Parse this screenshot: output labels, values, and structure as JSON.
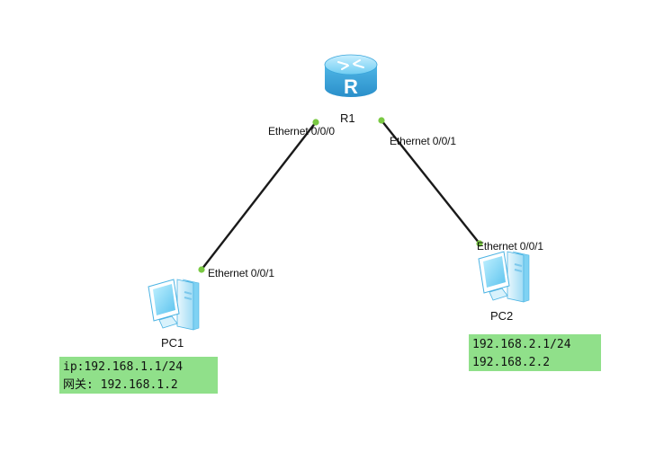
{
  "devices": {
    "router": {
      "label": "R1",
      "icon": "router-icon",
      "badge": "R"
    },
    "pc1": {
      "label": "PC1",
      "icon": "pc-icon"
    },
    "pc2": {
      "label": "PC2",
      "icon": "pc-icon"
    }
  },
  "links": [
    {
      "from": "R1",
      "to": "PC1",
      "from_port": "Ethernet 0/0/0",
      "to_port": "Ethernet 0/0/1"
    },
    {
      "from": "R1",
      "to": "PC2",
      "from_port": "Ethernet 0/0/1",
      "to_port": "Ethernet 0/0/1"
    }
  ],
  "notes": {
    "pc1": {
      "line1": "ip:192.168.1.1/24",
      "line2": "网关: 192.168.1.2"
    },
    "pc2": {
      "line1": "192.168.2.1/24",
      "line2": "192.168.2.2"
    }
  },
  "colors": {
    "link": "#1a1a1a",
    "port_dot": "#7ac943",
    "note_bg": "#90e08a",
    "router_body": "#5fc3ec",
    "pc_screen": "#6fd0f5"
  }
}
